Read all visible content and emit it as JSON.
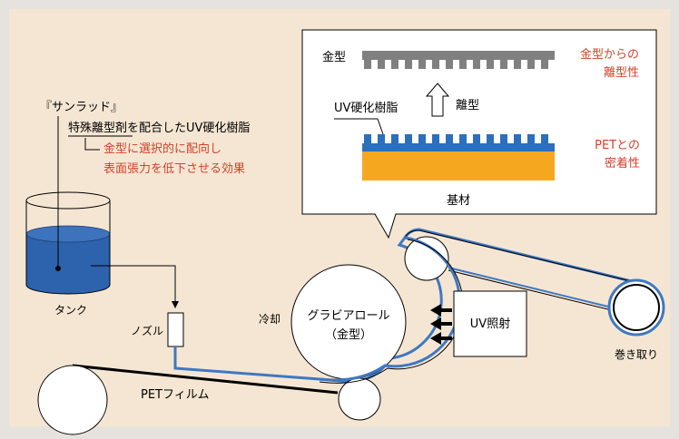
{
  "colors": {
    "outer_bg": "#e6e3de",
    "panel_bg": "#f5e6d3",
    "accent_red": "#d2412b",
    "film_blue": "#3f78c1",
    "liquid_blue": "#2d62ad",
    "mold_gray": "#808080",
    "substrate_orange": "#f5a81f",
    "resin_blue": "#2b6fbd"
  },
  "inset": {
    "mold_label": "金型",
    "mold_release_line1": "金型からの",
    "mold_release_line2": "離型性",
    "uv_resin_label": "UV硬化樹脂",
    "release_label": "離型",
    "pet_adhesion_line1": "PETとの",
    "pet_adhesion_line2": "密着性",
    "substrate_label": "基材"
  },
  "annotation": {
    "product_name": "『サンラッド』",
    "agent_line": "特殊離型剤を配合したUV硬化樹脂",
    "effect_line1": "金型に選択的に配向し",
    "effect_line2": "表面張力を低下させる効果"
  },
  "process": {
    "tank_label": "タンク",
    "nozzle_label": "ノズル",
    "cooling_label": "冷却",
    "gravure_line1": "グラビアロール",
    "gravure_line2": "（金型）",
    "uv_label": "UV照射",
    "winding_label": "巻き取り",
    "pet_film_label": "PETフィルム"
  }
}
